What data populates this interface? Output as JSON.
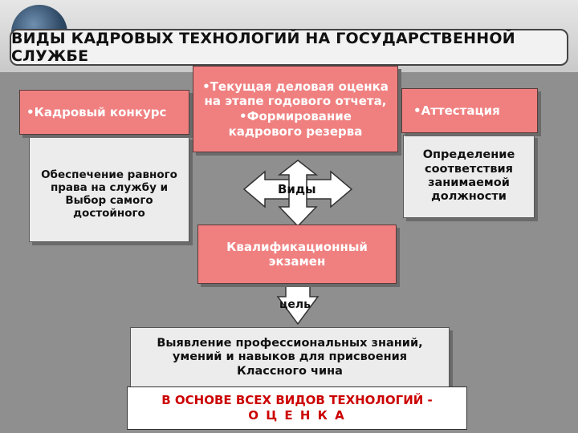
{
  "title": "ВИДЫ КАДРОВЫХ ТЕХНОЛОГИЙ НА ГОСУДАРСТВЕННОЙ СЛУЖБЕ",
  "left": {
    "label": "•Кадровый конкурс",
    "desc": "Обеспечение равного права на службу и Выбор самого достойного"
  },
  "center_top": {
    "line1": "•Текущая деловая оценка",
    "line2": "на этапе годового отчета,",
    "line3": "•Формирование",
    "line4": "кадрового резерва"
  },
  "right": {
    "label": "•Аттестация",
    "desc": "Определение соответствия занимаемой должности"
  },
  "center_arrow_label": "Виды",
  "center_bottom": "Квалификационный экзамен",
  "goal_label": "цель",
  "goal_text": "Выявление профессиональных знаний, умений и навыков для присвоения Классного чина",
  "footer": {
    "line1": "В ОСНОВЕ ВСЕХ ВИДОВ ТЕХНОЛОГИЙ -",
    "line2": "О Ц Е Н К А",
    "color": "#cc0000"
  },
  "colors": {
    "pink": "#f08080",
    "grey": "#ececec",
    "background": "#8f8f8f"
  }
}
